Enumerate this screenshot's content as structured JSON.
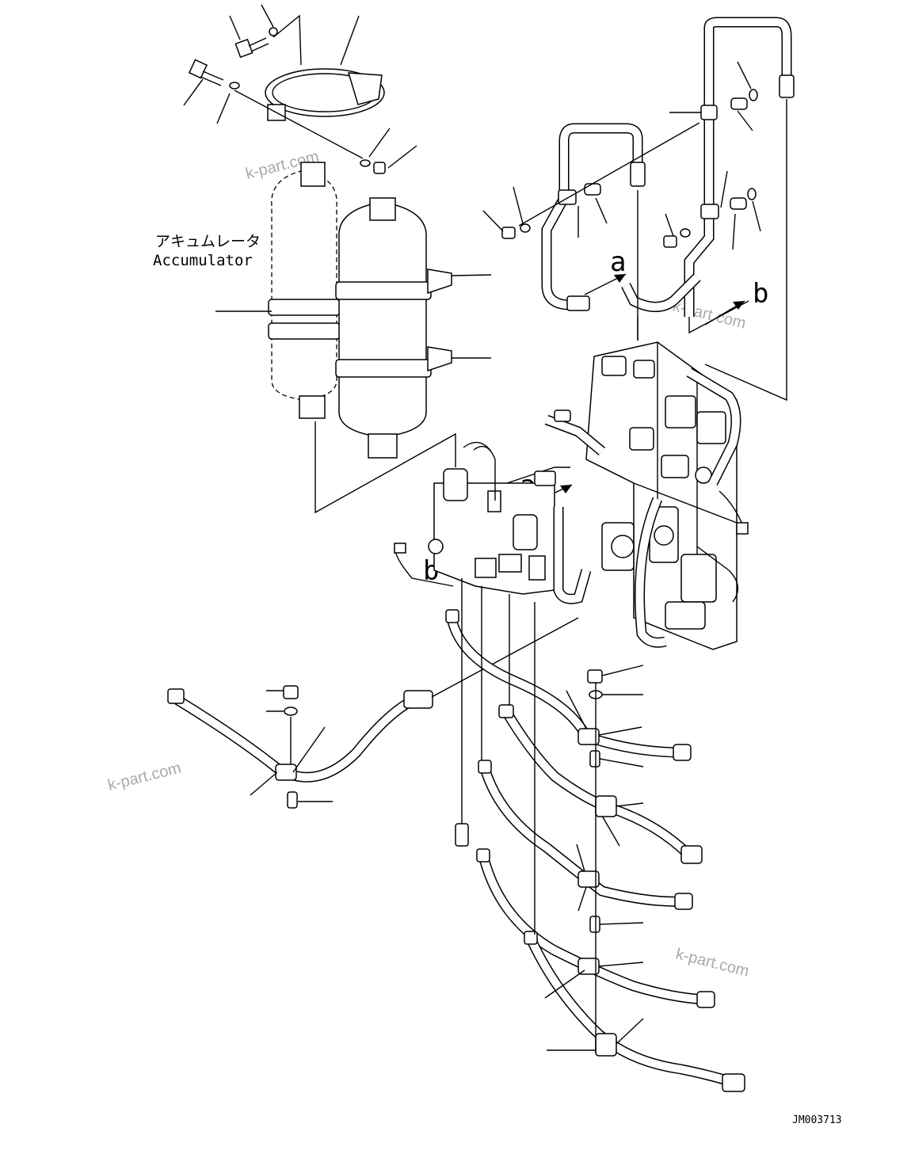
{
  "labels": {
    "accumulator_jp": "アキュムレータ",
    "accumulator_en": "Accumulator",
    "ref_a_top": "a",
    "ref_b_top": "b",
    "ref_a_mid": "a",
    "ref_b_mid": "b",
    "drawing_code": "JM003713"
  },
  "watermarks": {
    "wm1": "k-part.com",
    "wm2": "k-part.com",
    "wm3": "k-part.com",
    "wm4": "k-part.com"
  }
}
